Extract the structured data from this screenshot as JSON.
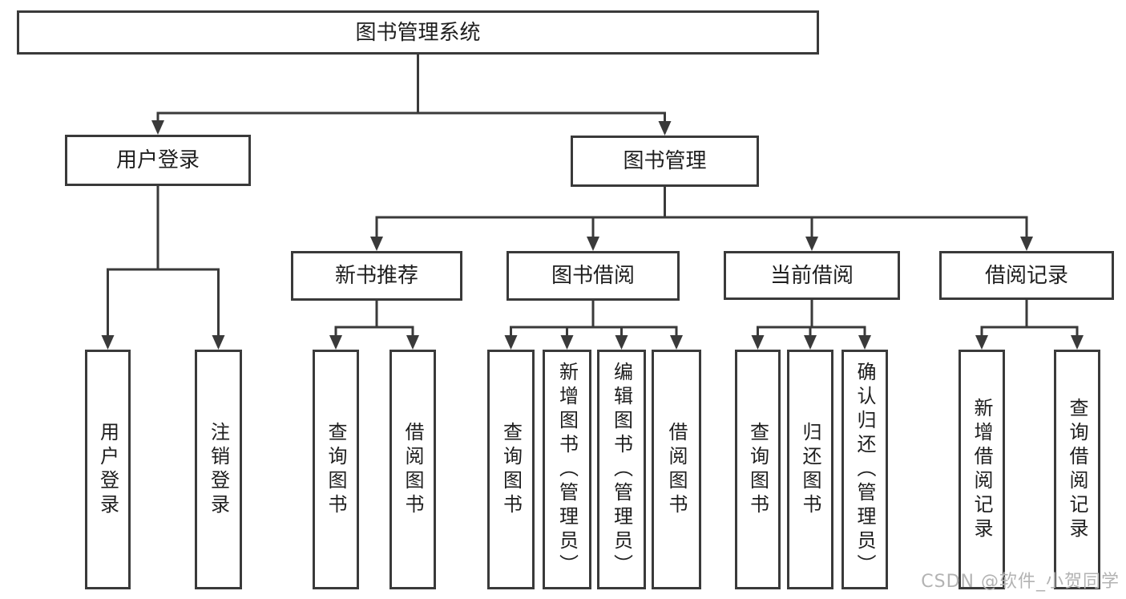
{
  "colors": {
    "line": "#3a3a3a",
    "box_border": "#3a3a3a",
    "text": "#1e1e1e",
    "watermark": "#b3b3b3",
    "background": "#ffffff"
  },
  "tree": {
    "label": "图书管理系统",
    "children": [
      {
        "label": "用户登录",
        "children": [
          {
            "label": "用户登录"
          },
          {
            "label": "注销登录"
          }
        ]
      },
      {
        "label": "图书管理",
        "children": [
          {
            "label": "新书推荐",
            "children": [
              {
                "label": "查询图书"
              },
              {
                "label": "借阅图书"
              }
            ]
          },
          {
            "label": "图书借阅",
            "children": [
              {
                "label": "查询图书"
              },
              {
                "label": "新增图书（管理员）"
              },
              {
                "label": "编辑图书（管理员）"
              },
              {
                "label": "借阅图书"
              }
            ]
          },
          {
            "label": "当前借阅",
            "children": [
              {
                "label": "查询图书"
              },
              {
                "label": "归还图书"
              },
              {
                "label": "确认归还（管理员）"
              }
            ]
          },
          {
            "label": "借阅记录",
            "children": [
              {
                "label": "新增借阅记录"
              },
              {
                "label": "查询借阅记录"
              }
            ]
          }
        ]
      }
    ]
  },
  "watermark": {
    "text": "CSDN @软件_小贺同学"
  }
}
